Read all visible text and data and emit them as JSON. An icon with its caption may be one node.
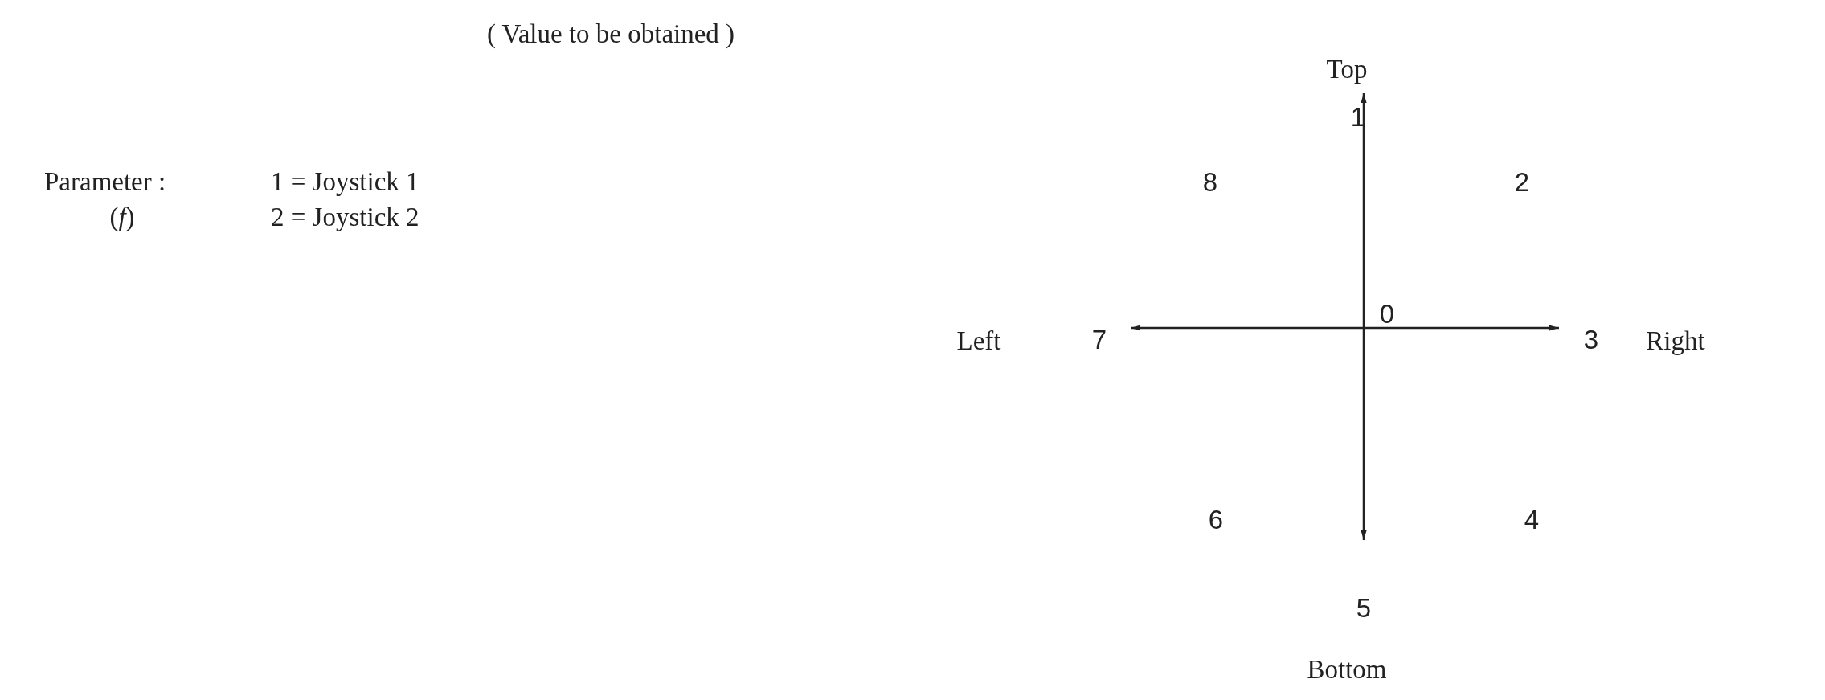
{
  "diagram": {
    "labels": [
      "( Value to be obtained )",
      "Top",
      "1",
      "Parameter :",
      "1 = Joystick 1",
      "8",
      "2",
      "(*f*)",
      "2 = Joystick 2",
      "Left",
      "7",
      "0",
      "3",
      "Right",
      "6",
      "4",
      "5",
      "Bottom"
    ]
  }
}
